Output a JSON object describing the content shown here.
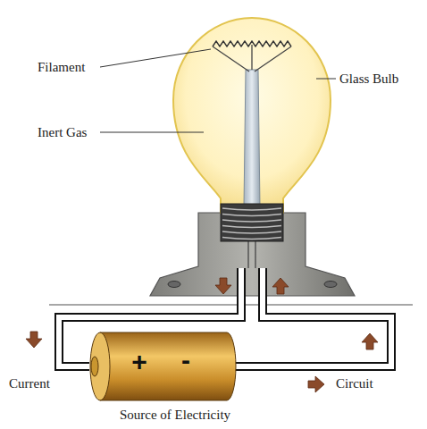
{
  "diagram": {
    "nodes": [
      {
        "text": [
          "+",
          "-"
        ]
      }
    ],
    "labels": [
      "Filament",
      "Glass Bulb",
      "Inert Gas",
      "Current",
      "Circuit",
      "Source of Electricity"
    ]
  }
}
